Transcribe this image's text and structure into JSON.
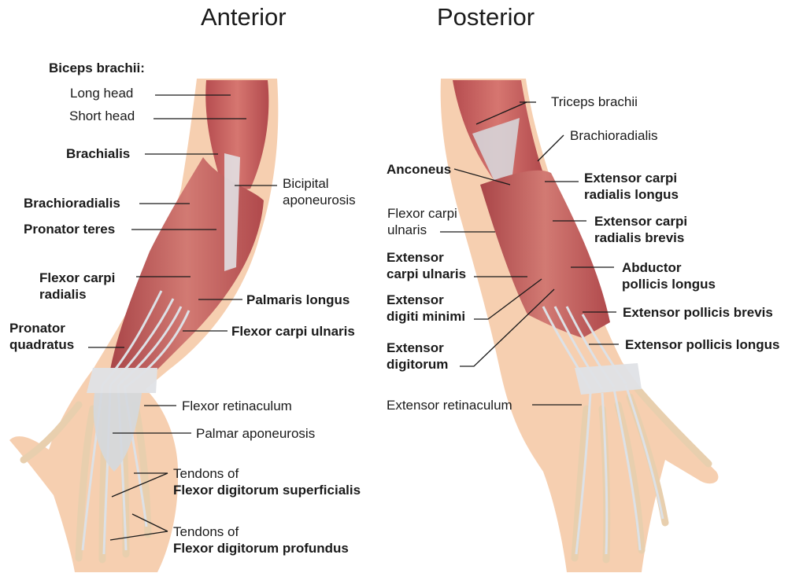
{
  "titles": {
    "anterior": "Anterior",
    "posterior": "Posterior"
  },
  "anterior": {
    "biceps_heading": "Biceps brachii:",
    "long_head": "Long head",
    "short_head": "Short head",
    "brachialis": "Brachialis",
    "bicipital_1": "Bicipital",
    "bicipital_2": "aponeurosis",
    "brachioradialis": "Brachioradialis",
    "pronator_teres": "Pronator teres",
    "fcr_1": "Flexor carpi",
    "fcr_2": "radialis",
    "palmaris_longus": "Palmaris longus",
    "pq_1": "Pronator",
    "pq_2": "quadratus",
    "fcu": "Flexor carpi ulnaris",
    "flexor_retinaculum": "Flexor retinaculum",
    "palmar_aponeurosis": "Palmar aponeurosis",
    "fds_1": "Tendons of",
    "fds_2": "Flexor digitorum superficialis",
    "fdp_1": "Tendons of",
    "fdp_2": "Flexor digitorum profundus"
  },
  "posterior": {
    "triceps": "Triceps brachii",
    "brachioradialis": "Brachioradialis",
    "anconeus": "Anconeus",
    "ecrl_1": "Extensor carpi",
    "ecrl_2": "radialis longus",
    "fcu_1": "Flexor carpi",
    "fcu_2": "ulnaris",
    "ecrb_1": "Extensor carpi",
    "ecrb_2": "radialis brevis",
    "ecu_1": "Extensor",
    "ecu_2": "carpi ulnaris",
    "apl_1": "Abductor",
    "apl_2": "pollicis longus",
    "edm_1": "Extensor",
    "edm_2": "digiti minimi",
    "epb": "Extensor pollicis brevis",
    "ed_1": "Extensor",
    "ed_2": "digitorum",
    "epl": "Extensor pollicis longus",
    "extensor_retinaculum": "Extensor retinaculum"
  },
  "colors": {
    "muscle": "#c9625f",
    "muscle_dark": "#a8444a",
    "skin": "#f6cfb0",
    "tendon": "#d9dde3",
    "bone": "#ead3b3",
    "leader_line": "#1a1a1a"
  }
}
